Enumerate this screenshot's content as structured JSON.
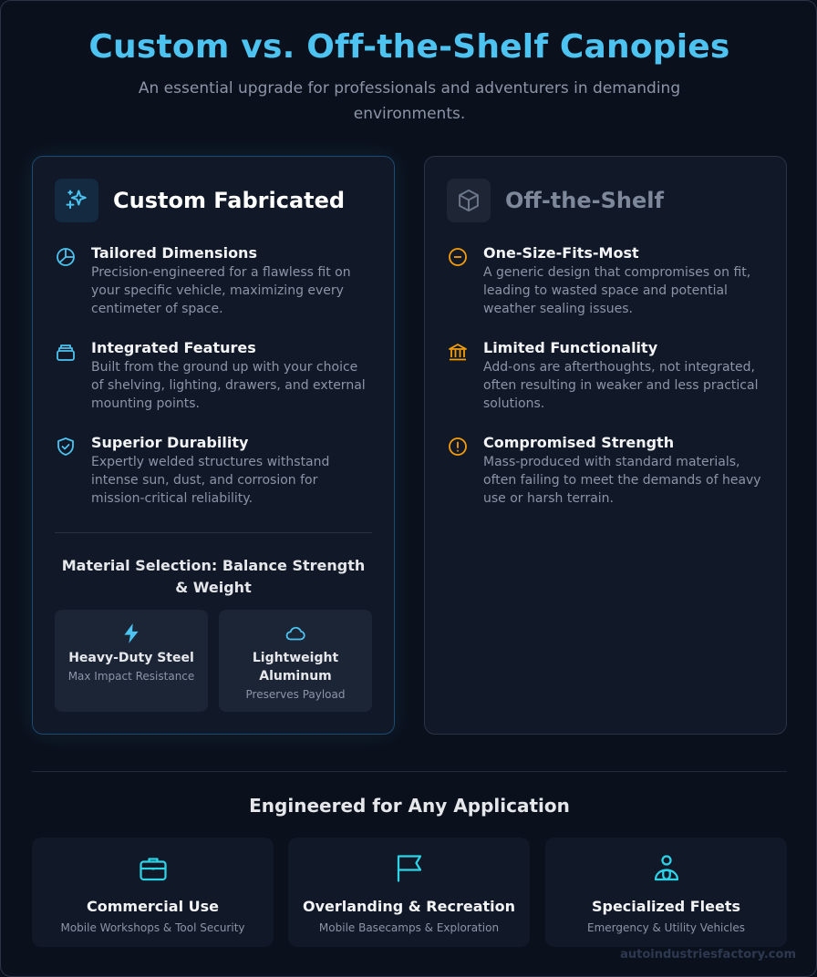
{
  "header": {
    "title": "Custom vs. Off-the-Shelf Canopies",
    "subtitle": "An essential upgrade for professionals and adventurers in demanding environments."
  },
  "custom": {
    "title": "Custom Fabricated",
    "icon": "sparkles-icon",
    "features": [
      {
        "icon": "pie-chart-icon",
        "title": "Tailored Dimensions",
        "desc": "Precision-engineered for a flawless fit on your specific vehicle, maximizing every centimeter of space."
      },
      {
        "icon": "layers-icon",
        "title": "Integrated Features",
        "desc": "Built from the ground up with your choice of shelving, lighting, drawers, and external mounting points."
      },
      {
        "icon": "shield-check-icon",
        "title": "Superior Durability",
        "desc": "Expertly welded structures withstand intense sun, dust, and corrosion for mission-critical reliability."
      }
    ],
    "materials": {
      "title": "Material Selection: Balance Strength & Weight",
      "items": [
        {
          "icon": "lightning-icon",
          "name": "Heavy-Duty Steel",
          "sub": "Max Impact Resistance"
        },
        {
          "icon": "cloud-icon",
          "name": "Lightweight Aluminum",
          "sub": "Preserves Payload"
        }
      ]
    }
  },
  "shelf": {
    "title": "Off-the-Shelf",
    "icon": "box-icon",
    "features": [
      {
        "icon": "minus-circle-icon",
        "title": "One-Size-Fits-Most",
        "desc": "A generic design that compromises on fit, leading to wasted space and potential weather sealing issues."
      },
      {
        "icon": "bank-icon",
        "title": "Limited Functionality",
        "desc": "Add-ons are afterthoughts, not integrated, often resulting in weaker and less practical solutions."
      },
      {
        "icon": "alert-circle-icon",
        "title": "Compromised Strength",
        "desc": "Mass-produced with standard materials, often failing to meet the demands of heavy use or harsh terrain."
      }
    ]
  },
  "applications": {
    "title": "Engineered for Any Application",
    "items": [
      {
        "icon": "briefcase-icon",
        "name": "Commercial Use",
        "sub": "Mobile Workshops & Tool Security"
      },
      {
        "icon": "flag-icon",
        "name": "Overlanding & Recreation",
        "sub": "Mobile Basecamps & Exploration"
      },
      {
        "icon": "user-shield-icon",
        "name": "Specialized Fleets",
        "sub": "Emergency & Utility Vehicles"
      }
    ]
  },
  "watermark": "autoindustriesfactory.com",
  "colors": {
    "accent_blue": "#4cc3f1",
    "warning_orange": "#f59e0b",
    "background": "#0b111c",
    "card": "#111827"
  }
}
